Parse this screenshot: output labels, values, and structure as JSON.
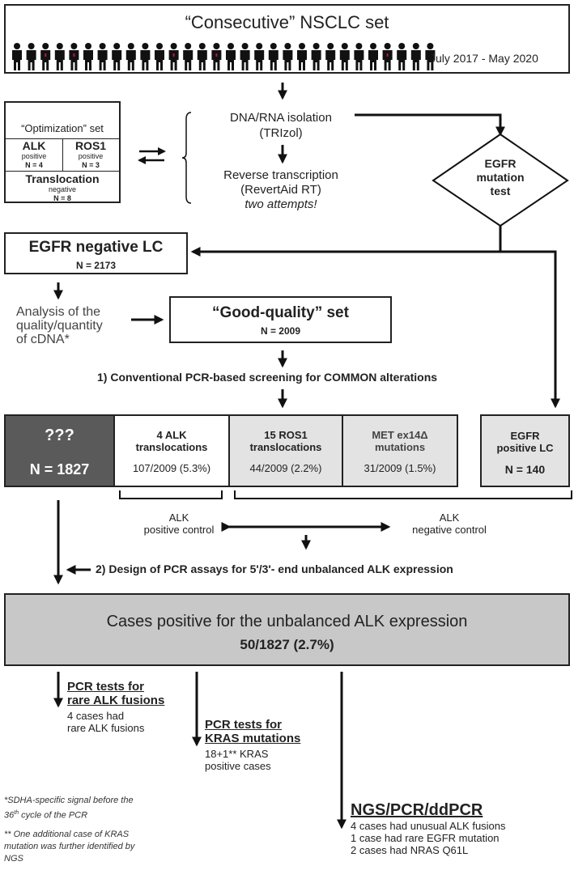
{
  "header": {
    "title": "“Consecutive” NSCLC set",
    "period": "July 2017 - May 2020",
    "people_count": 30
  },
  "optimization": {
    "title": "“Optimization” set",
    "alk": "ALK",
    "alk_sub": "positive",
    "alk_n": "N = 4",
    "ros1": "ROS1",
    "ros1_sub": "positive",
    "ros1_n": "N = 3",
    "transl": "Translocation",
    "transl_sub": "negative",
    "transl_n": "N = 8"
  },
  "isolation": {
    "line1": "DNA/RNA isolation",
    "line2": "(TRIzol)",
    "rt1": "Reverse transcription",
    "rt2": "(RevertAid RT)",
    "rt3": "two attempts!"
  },
  "egfr_test": {
    "l1": "EGFR",
    "l2": "mutation",
    "l3": "test"
  },
  "egfr_neg": {
    "title": "EGFR negative LC",
    "n": "N = 2173"
  },
  "analysis": {
    "l1": "Analysis of the",
    "l2": "quality/quantity",
    "l3": "of cDNA*"
  },
  "good": {
    "title": "“Good-quality” set",
    "n": "N = 2009"
  },
  "step1": "1) Conventional PCR-based screening for COMMON alterations",
  "unknown": {
    "title": "???",
    "n": "N = 1827"
  },
  "alk_box": {
    "title1": "4 ALK",
    "title2": "translocations",
    "value": "107/2009 (5.3%)"
  },
  "ros_box": {
    "title1": "15 ROS1",
    "title2": "translocations",
    "value": "44/2009 (2.2%)"
  },
  "met_box": {
    "title1": "MET ex14Δ",
    "title2": "mutations",
    "value": "31/2009 (1.5%)"
  },
  "egfr_pos": {
    "l1": "EGFR",
    "l2": "positive LC",
    "n": "N = 140"
  },
  "controls": {
    "pos1": "ALK",
    "pos2": "positive control",
    "neg1": "ALK",
    "neg2": "negative control"
  },
  "step2": "2) Design of PCR assays for 5'/3'- end unbalanced ALK expression",
  "result": {
    "title": "Cases positive for the unbalanced ALK expression",
    "value": "50/1827 (2.7%)"
  },
  "rare_alk": {
    "h1": "PCR tests for",
    "h2": "rare ALK fusions",
    "t1": "4 cases had",
    "t2": "rare ALK fusions"
  },
  "kras": {
    "h1": "PCR tests for",
    "h2": "KRAS mutations",
    "t1": "18+1** KRAS",
    "t2": "positive cases"
  },
  "ngs": {
    "title": "NGS/PCR/ddPCR",
    "t1": "4 cases had unusual ALK fusions",
    "t2": "1 case had rare EGFR mutation",
    "t3": "2 cases had NRAS Q61L"
  },
  "footnote1": {
    "a": "*SDHA-specific signal before the",
    "b": "36",
    "c": "th",
    "d": " cycle of the PCR"
  },
  "footnote2": {
    "a": "** One additional case of KRAS",
    "b": "mutation was further identified by",
    "c": "NGS"
  },
  "colors": {
    "dark": "#5a5a5a",
    "light": "#e3e3e3",
    "result_bg": "#c8c8c8",
    "accent": "#c0143c"
  }
}
